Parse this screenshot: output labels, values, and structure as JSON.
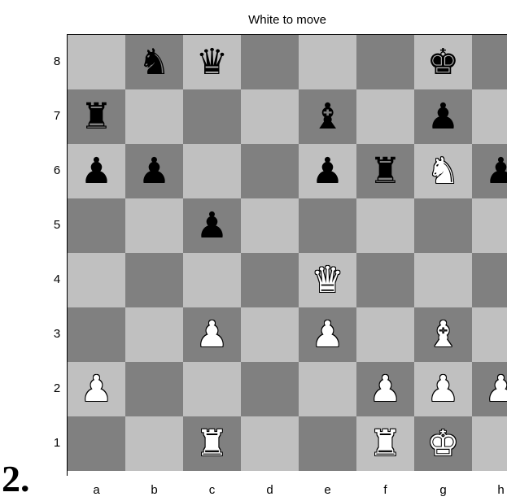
{
  "status_text": "White to move",
  "puzzle_number": "2.",
  "colors": {
    "light_square": "#c0c0c0",
    "dark_square": "#808080"
  },
  "files": [
    "a",
    "b",
    "c",
    "d",
    "e",
    "f",
    "g",
    "h"
  ],
  "ranks": [
    "8",
    "7",
    "6",
    "5",
    "4",
    "3",
    "2",
    "1"
  ],
  "board": [
    [
      "",
      "bN",
      "bQ",
      "",
      "",
      "",
      "bK",
      ""
    ],
    [
      "bR",
      "",
      "",
      "",
      "bB",
      "",
      "bP",
      ""
    ],
    [
      "bP",
      "bP",
      "",
      "",
      "bP",
      "bR",
      "wN",
      "bP"
    ],
    [
      "",
      "",
      "bP",
      "",
      "",
      "",
      "",
      ""
    ],
    [
      "",
      "",
      "",
      "",
      "wQ",
      "",
      "",
      ""
    ],
    [
      "",
      "",
      "wP",
      "",
      "wP",
      "",
      "wB",
      ""
    ],
    [
      "wP",
      "",
      "",
      "",
      "",
      "wP",
      "wP",
      "wP"
    ],
    [
      "",
      "",
      "wR",
      "",
      "",
      "wR",
      "wK",
      ""
    ]
  ],
  "piece_icons": {
    "K": "king-icon",
    "Q": "queen-icon",
    "R": "rook-icon",
    "B": "bishop-icon",
    "N": "knight-icon",
    "P": "pawn-icon"
  }
}
